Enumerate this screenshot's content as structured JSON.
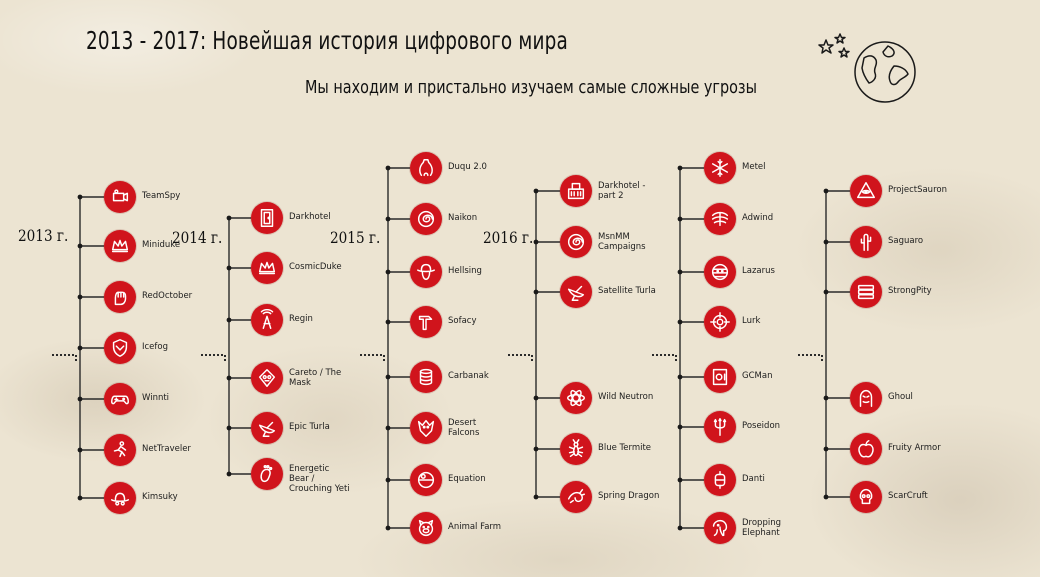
{
  "header": {
    "title": "2013 - 2017: Новейшая история цифрового мира",
    "subtitle": "Мы находим и пристально изучаем самые сложные угрозы"
  },
  "columns": [
    {
      "year": "2013 г.",
      "items": [
        {
          "label": "TeamSpy",
          "icon": "camera-icon"
        },
        {
          "label": "Miniduke",
          "icon": "crown-icon"
        },
        {
          "label": "RedOctober",
          "icon": "fist-icon"
        },
        {
          "label": "Icefog",
          "icon": "shield-icon"
        },
        {
          "label": "Winnti",
          "icon": "gamepad-icon"
        },
        {
          "label": "NetTraveler",
          "icon": "runner-icon"
        },
        {
          "label": "Kimsuky",
          "icon": "hat-icon"
        }
      ]
    },
    {
      "year": "2014 г.",
      "items": [
        {
          "label": "Darkhotel",
          "icon": "door-icon"
        },
        {
          "label": "CosmicDuke",
          "icon": "crown-icon"
        },
        {
          "label": "Regin",
          "icon": "antenna-icon"
        },
        {
          "label": "Careto / The Mask",
          "icon": "mask-icon"
        },
        {
          "label": "Epic Turla",
          "icon": "satellite-dish-icon"
        },
        {
          "label": "Energetic Bear / Crouching Yeti",
          "icon": "footprint-icon"
        }
      ]
    },
    {
      "year": "2015 г.",
      "items": [
        {
          "label": "Duqu 2.0",
          "icon": "bottle-icon"
        },
        {
          "label": "Naikon",
          "icon": "swirl-icon"
        },
        {
          "label": "Hellsing",
          "icon": "cowboy-icon"
        },
        {
          "label": "Sofacy",
          "icon": "hammer-icon"
        },
        {
          "label": "Carbanak",
          "icon": "coins-icon"
        },
        {
          "label": "Desert Falcons",
          "icon": "falcon-icon"
        },
        {
          "label": "Equation",
          "icon": "deathstar-icon"
        },
        {
          "label": "Animal Farm",
          "icon": "pig-icon"
        }
      ]
    },
    {
      "year": "2016 г.",
      "items": [
        {
          "label": "Darkhotel - part 2",
          "icon": "building-icon"
        },
        {
          "label": "MsnMM Campaigns",
          "icon": "swirl-icon"
        },
        {
          "label": "Satellite Turla",
          "icon": "satellite-dish-icon"
        },
        {
          "label": "Wild Neutron",
          "icon": "atom-icon"
        },
        {
          "label": "Blue Termite",
          "icon": "termite-icon"
        },
        {
          "label": "Spring Dragon",
          "icon": "dragon-icon"
        }
      ]
    },
    {
      "year": "",
      "items": [
        {
          "label": "Metel",
          "icon": "snowflake-icon"
        },
        {
          "label": "Adwind",
          "icon": "wind-icon"
        },
        {
          "label": "Lazarus",
          "icon": "mummy-icon"
        },
        {
          "label": "Lurk",
          "icon": "crosshair-icon"
        },
        {
          "label": "GCMan",
          "icon": "safe-icon"
        },
        {
          "label": "Poseidon",
          "icon": "trident-icon"
        },
        {
          "label": "Danti",
          "icon": "lantern-icon"
        },
        {
          "label": "Dropping Elephant",
          "icon": "elephant-icon"
        }
      ]
    },
    {
      "year": "",
      "items": [
        {
          "label": "ProjectSauron",
          "icon": "eye-pyramid-icon"
        },
        {
          "label": "Saguaro",
          "icon": "cactus-icon"
        },
        {
          "label": "StrongPity",
          "icon": "stack-icon"
        },
        {
          "label": "Ghoul",
          "icon": "ghoul-icon"
        },
        {
          "label": "Fruity Armor",
          "icon": "fruit-icon"
        },
        {
          "label": "ScarCruft",
          "icon": "skull-icon"
        }
      ]
    }
  ]
}
